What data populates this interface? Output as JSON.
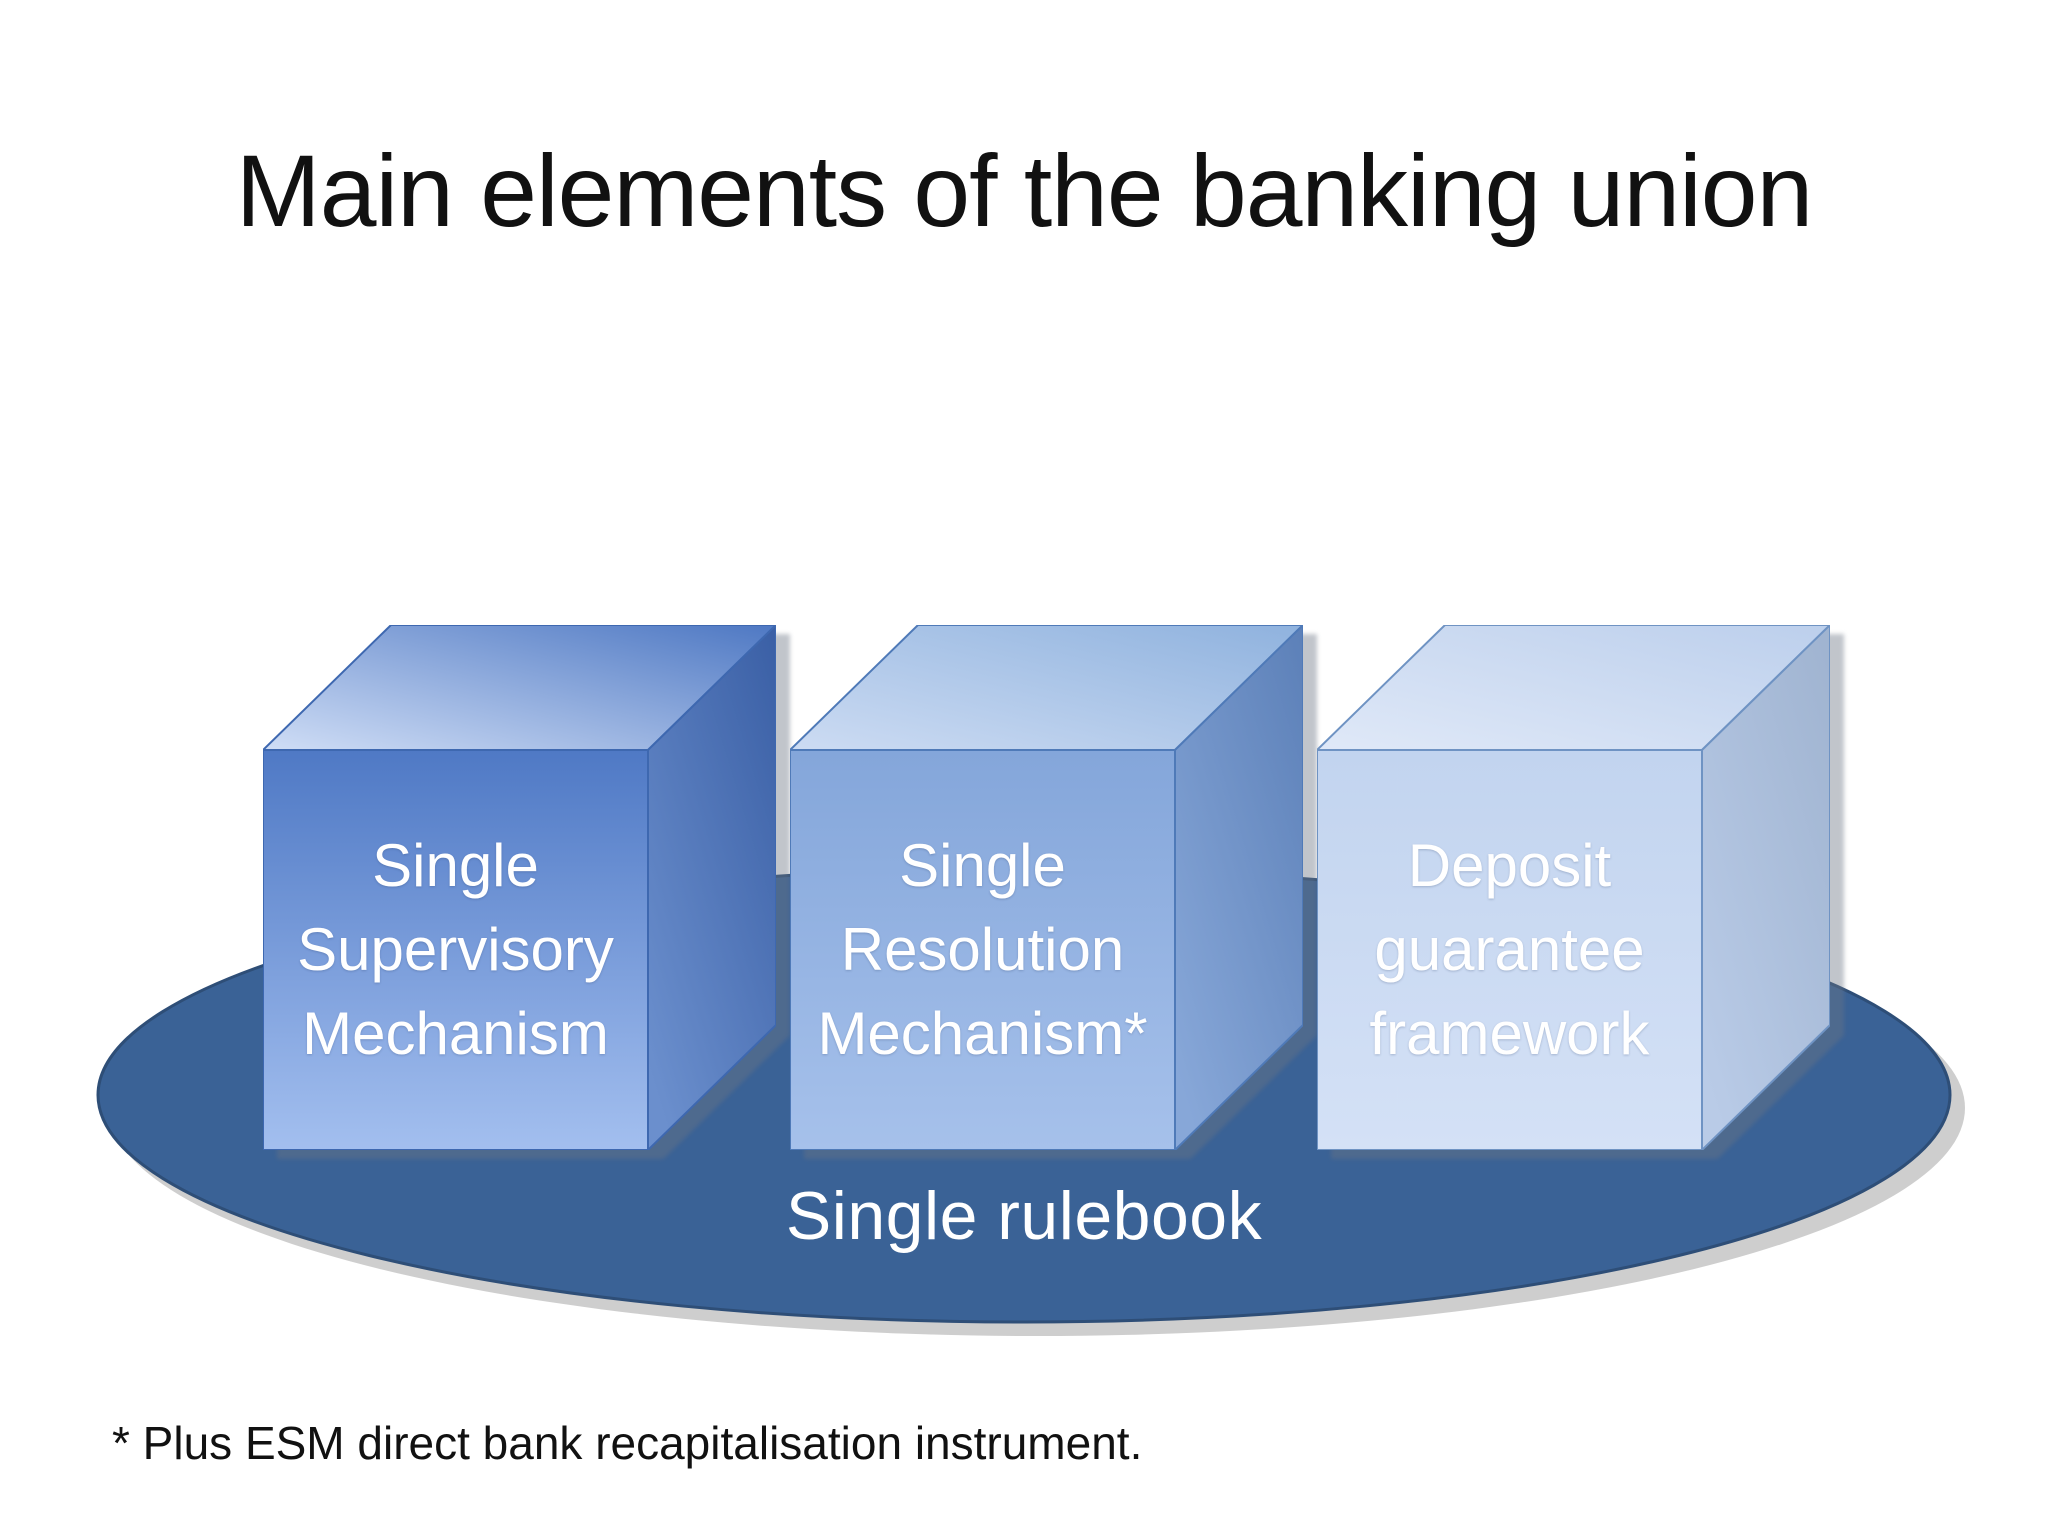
{
  "title": "Main elements of the banking union",
  "footnote": "* Plus ESM direct bank recapitalisation instrument.",
  "rulebook": {
    "label": "Single rulebook",
    "fill": "#3A6296",
    "border": "#2E4E77",
    "shadow": "#C9C9C9",
    "text_color": "#FFFFFF"
  },
  "cubes": [
    {
      "id": "single-supervisory-mechanism",
      "label": "Single\nSupervisory\nMechanism",
      "colors": {
        "front_top": "#4F79C5",
        "front_bottom": "#A3BFEF",
        "top_light": "#D0DEF6",
        "top_dark": "#4E78C3",
        "side_dark": "#3A5FA5",
        "side_light": "#6B8FCD",
        "stroke": "#3E68B0"
      }
    },
    {
      "id": "single-resolution-mechanism",
      "label": "Single\nResolution\nMechanism*",
      "colors": {
        "front_top": "#84A6DA",
        "front_bottom": "#A6C1EB",
        "top_light": "#CDDCF3",
        "top_dark": "#8FB2DE",
        "side_dark": "#5C80B8",
        "side_light": "#87A7D8",
        "stroke": "#4F7AB8"
      }
    },
    {
      "id": "deposit-guarantee-framework",
      "label": "Deposit\nguarantee\nframework",
      "colors": {
        "front_top": "#C2D4EF",
        "front_bottom": "#D4E1F6",
        "top_light": "#E0E9F8",
        "top_dark": "#BCCFEC",
        "side_dark": "#9FB3D0",
        "side_light": "#B9CBE7",
        "stroke": "#6F93C3"
      }
    }
  ],
  "text_colors": {
    "title": "#111111",
    "footnote": "#111111",
    "cube_label": "#FFFFFF"
  }
}
